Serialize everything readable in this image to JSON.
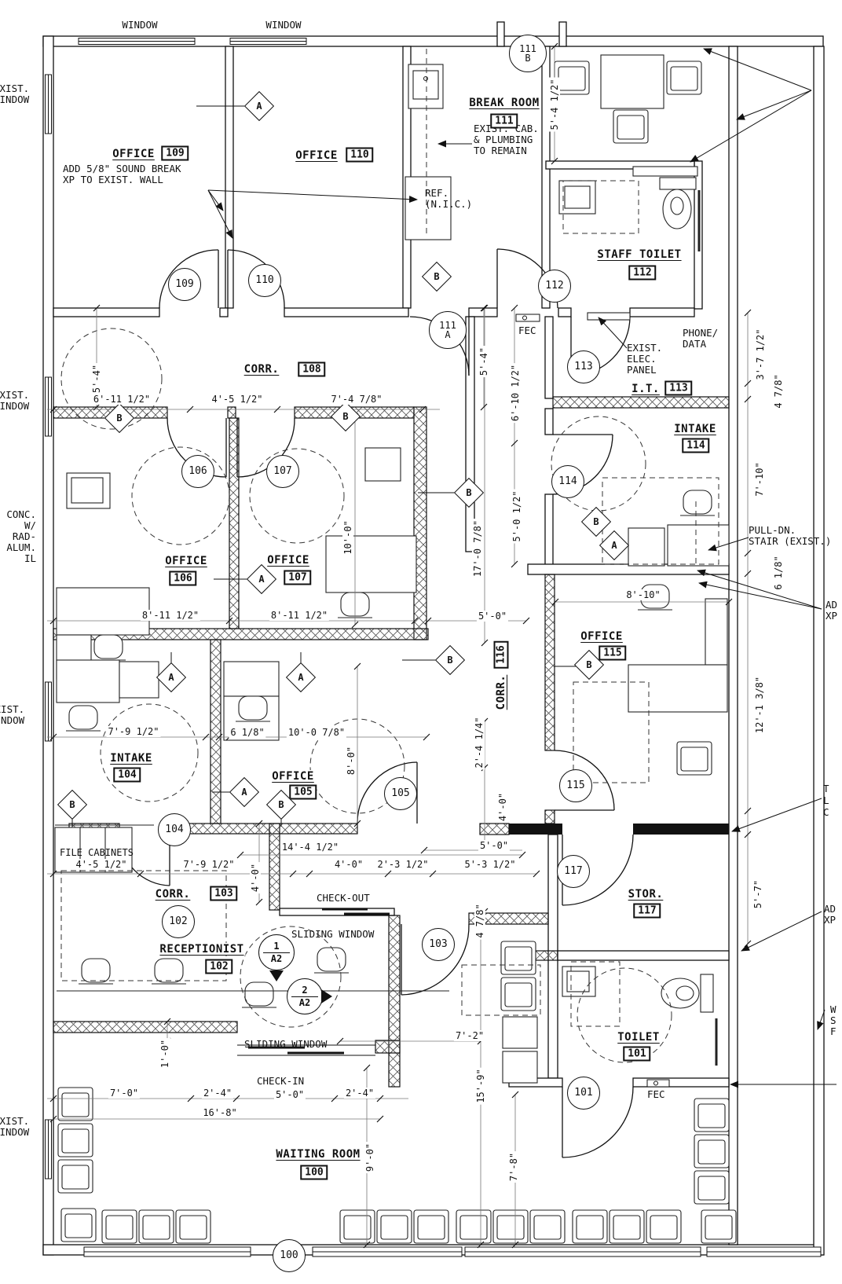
{
  "rooms": [
    {
      "name": "OFFICE",
      "number": "109"
    },
    {
      "name": "OFFICE",
      "number": "110"
    },
    {
      "name": "BREAK ROOM",
      "number": "111"
    },
    {
      "name": "STAFF TOILET",
      "number": "112"
    },
    {
      "name": "I.T.",
      "number": "113"
    },
    {
      "name": "INTAKE",
      "number": "114"
    },
    {
      "name": "CORR.",
      "number": "108"
    },
    {
      "name": "OFFICE",
      "number": "106"
    },
    {
      "name": "OFFICE",
      "number": "107"
    },
    {
      "name": "CORR.",
      "number": "116"
    },
    {
      "name": "OFFICE",
      "number": "115"
    },
    {
      "name": "INTAKE",
      "number": "104"
    },
    {
      "name": "OFFICE",
      "number": "105"
    },
    {
      "name": "CORR.",
      "number": "103"
    },
    {
      "name": "RECEPTIONIST",
      "number": "102"
    },
    {
      "name": "STOR.",
      "number": "117"
    },
    {
      "name": "TOILET",
      "number": "101"
    },
    {
      "name": "WAITING ROOM",
      "number": "100"
    }
  ],
  "door_tags": [
    {
      "line1": "109"
    },
    {
      "line1": "110"
    },
    {
      "line1": "111",
      "line2": "B"
    },
    {
      "line1": "111",
      "line2": "A"
    },
    {
      "line1": "112"
    },
    {
      "line1": "113"
    },
    {
      "line1": "114"
    },
    {
      "line1": "106"
    },
    {
      "line1": "107"
    },
    {
      "line1": "115"
    },
    {
      "line1": "104"
    },
    {
      "line1": "105"
    },
    {
      "line1": "102"
    },
    {
      "line1": "103"
    },
    {
      "line1": "117"
    },
    {
      "line1": "101"
    },
    {
      "line1": "100"
    }
  ],
  "keynotes": [
    "A",
    "B",
    "B",
    "B",
    "B",
    "B",
    "A",
    "A",
    "A",
    "A",
    "B",
    "B",
    "A",
    "B",
    "B"
  ],
  "details": [
    {
      "number": "1",
      "sheet": "A2"
    },
    {
      "number": "2",
      "sheet": "A2"
    }
  ],
  "dims": [
    "6'-11 1/2\"",
    "4'-5 1/2\"",
    "7'-4 7/8\"",
    "5'-4\"",
    "5'-4\"",
    "5'-4 1/2\"",
    "6'-10 1/2\"",
    "5'-0 1/2\"",
    "17'-0 7/8\"",
    "10'-0\"",
    "8'-11 1/2\"",
    "8'-11 1/2\"",
    "5'-0\"",
    "8'-10\"",
    "3'-7 1/2\"",
    "4 7/8\"",
    "7'-10\"",
    "6 1/8\"",
    "12'-1 3/8\"",
    "5'-7\"",
    "7'-9 1/2\"",
    "6 1/8\"",
    "10'-0 7/8\"",
    "8'-0\"",
    "2'-4 1/4\"",
    "4'-0\"",
    "4'-5 1/2\"",
    "7'-9 1/2\"",
    "14'-4 1/2\"",
    "4'-0\"",
    "4'-0\"",
    "2'-3 1/2\"",
    "5'-3 1/2\"",
    "5'-0\"",
    "4 7/8\"",
    "7'-2\"",
    "15'-9\"",
    "7'-8\"",
    "7'-0\"",
    "2'-4\"",
    "5'-0\"",
    "2'-4\"",
    "16'-8\"",
    "9'-0\"",
    "1'-0\""
  ],
  "notes": {
    "window_label": "WINDOW",
    "exist_window": [
      "EXIST.",
      "WINDOW"
    ],
    "sound_break": [
      "ADD 5/8\" SOUND BREAK",
      "XP TO EXIST. WALL"
    ],
    "exist_cab": [
      "EXIST. CAB.",
      "& PLUMBING",
      "TO REMAIN"
    ],
    "ref_nic": [
      "REF.",
      "(N.I.C.)"
    ],
    "phone_data": [
      "PHONE/",
      "DATA"
    ],
    "elec_panel": [
      "EXIST.",
      "ELEC.",
      "PANEL"
    ],
    "pull_dn": [
      "PULL-DN.",
      "STAIR (EXIST.)"
    ],
    "file_cabinets": "FILE CABINETS",
    "check_out": "CHECK-OUT",
    "check_in": "CHECK-IN",
    "sliding_window": "SLIDING WINDOW",
    "fec": "FEC",
    "conc_fragment": [
      "CONC.",
      "W/",
      "RAD-",
      "ALUM.",
      "IL"
    ],
    "frag_tlc": [
      "T",
      "L",
      "C"
    ],
    "frag_adxp": [
      "AD",
      "XP"
    ],
    "frag_wsf": [
      "W",
      "S",
      "F"
    ]
  }
}
